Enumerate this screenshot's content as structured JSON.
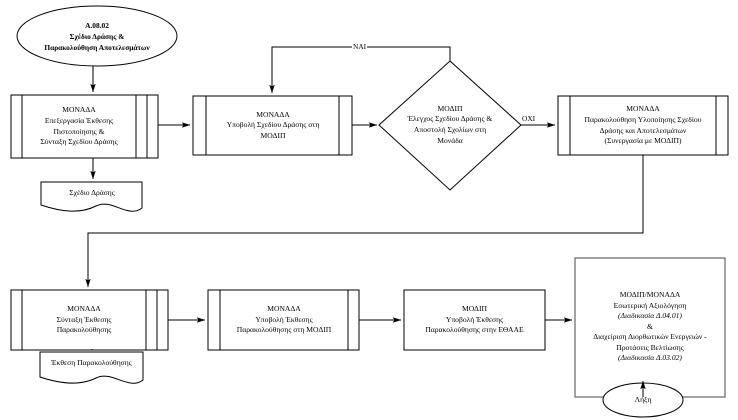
{
  "diagram": {
    "title_code": "Α.08.02",
    "nodes": {
      "start": {
        "shape": "terminator-ellipse",
        "lines": [
          "Α.08.02",
          "Σχέδιο Δράσης &",
          "Παρακολούθηση Αποτελεσμάτων"
        ]
      },
      "p1": {
        "shape": "predefined-process",
        "lines": [
          "ΜΟΝΑΔΑ",
          "Επεξεργασία Έκθεσης",
          "Πιστοποίησης &",
          "Σύνταξη Σχεδίου Δράσης"
        ]
      },
      "doc1": {
        "shape": "document",
        "lines": [
          "Σχέδιο Δράσης"
        ]
      },
      "p2": {
        "shape": "predefined-process",
        "lines": [
          "ΜΟΝΑΔΑ",
          "Υποβολή Σχεδίου Δράσης στη",
          "ΜΟΔΙΠ"
        ]
      },
      "d1": {
        "shape": "decision-diamond",
        "lines": [
          "ΜΟΔΙΠ",
          "Έλεγχος Σχεδίου Δράσης &",
          "Αποστολή Σχολίων στη",
          "Μονάδα"
        ]
      },
      "p3": {
        "shape": "predefined-process",
        "lines": [
          "ΜΟΝΑΔΑ",
          "Παρακολούθηση Υλοποίησης Σχεδίου",
          "Δράσης και Αποτελεσμάτων",
          "(Συνεργασία με ΜΟΔΙΠ)"
        ]
      },
      "p4": {
        "shape": "predefined-process",
        "lines": [
          "ΜΟΝΑΔΑ",
          "Σύνταξη Έκθεσης",
          "Παρακολούθησης"
        ]
      },
      "doc2": {
        "shape": "document",
        "lines": [
          "Έκθεση Παρακολούθησης"
        ]
      },
      "p5": {
        "shape": "predefined-process",
        "lines": [
          "ΜΟΝΑΔΑ",
          "Υποβολή Έκθεσης",
          "Παρακολούθησης στη ΜΟΔΙΠ"
        ]
      },
      "p6": {
        "shape": "process",
        "lines": [
          "ΜΟΔΙΠ",
          "Υποβολή Έκθεσης",
          "Παρακολούθησης στην ΕΘΑΑΕ"
        ]
      },
      "p7": {
        "shape": "process",
        "lines": [
          "ΜΟΔΙΠ/ΜΟΝΑΔΑ",
          "Εσωτερική Αξιολόγηση",
          "(Διαδικασία Δ.04.01)",
          "&",
          "Διαχείριση Διορθωτικών Ενεργειών -",
          "Προτάσεις Βελτίωσης",
          "(Διαδικασία Δ.03.02)"
        ],
        "italic_line_indexes": [
          2,
          6
        ]
      },
      "end": {
        "shape": "terminator-ellipse",
        "lines": [
          "Λήξη"
        ]
      }
    },
    "edge_labels": {
      "yes": "ΝΑΙ",
      "no": "ΟΧΙ"
    },
    "colors": {
      "stroke": "#000000",
      "stroke_gray": "#7a7a7a",
      "background": "#ffffff",
      "text": "#000000"
    }
  }
}
